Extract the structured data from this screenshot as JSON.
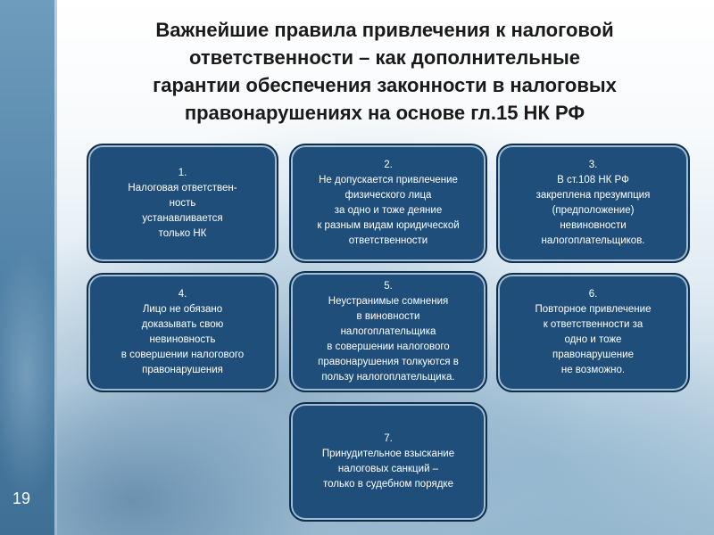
{
  "slide": {
    "title": "Важнейшие правила привлечения к налоговой\nответственности – как дополнительные\nгарантии обеспечения законности в налоговых\nправонарушениях на основе гл.15 НК РФ",
    "number": "19"
  },
  "rules": [
    {
      "num": "1.",
      "text": "Налоговая ответствен-\nность\nустанавливается\nтолько НК"
    },
    {
      "num": "2.",
      "text": "Не допускается привлечение\nфизического лица\nза одно и тоже деяние\nк разным видам юридической\nответственности"
    },
    {
      "num": "3.",
      "text": "В ст.108 НК РФ\nзакреплена презумпция\n(предположение)\nневиновности\nналогоплательщиков."
    },
    {
      "num": "4.",
      "text": "Лицо не обязано\nдоказывать свою\nневиновность\nв совершении налогового\nправонарушения"
    },
    {
      "num": "5.",
      "text": "Неустранимые сомнения\nв виновности\nналогоплательщика\nв совершении налогового\nправонарушения толкуются в\nпользу налогоплательщика."
    },
    {
      "num": "6.",
      "text": "Повторное привлечение\nк ответственности за\nодно и тоже\nправонарушение\nне возможно."
    },
    {
      "num": "7.",
      "text": "Принудительное взыскание\nналоговых санкций –\nтолько в судебном порядке"
    }
  ],
  "colors": {
    "card_fill": "#1f4e7a",
    "card_border": "#0f2f4c",
    "card_inner_border": "#9fbcd4",
    "card_text": "#ffffff",
    "title_text": "#1a1a1a",
    "side_band": "#4a7ca2"
  }
}
